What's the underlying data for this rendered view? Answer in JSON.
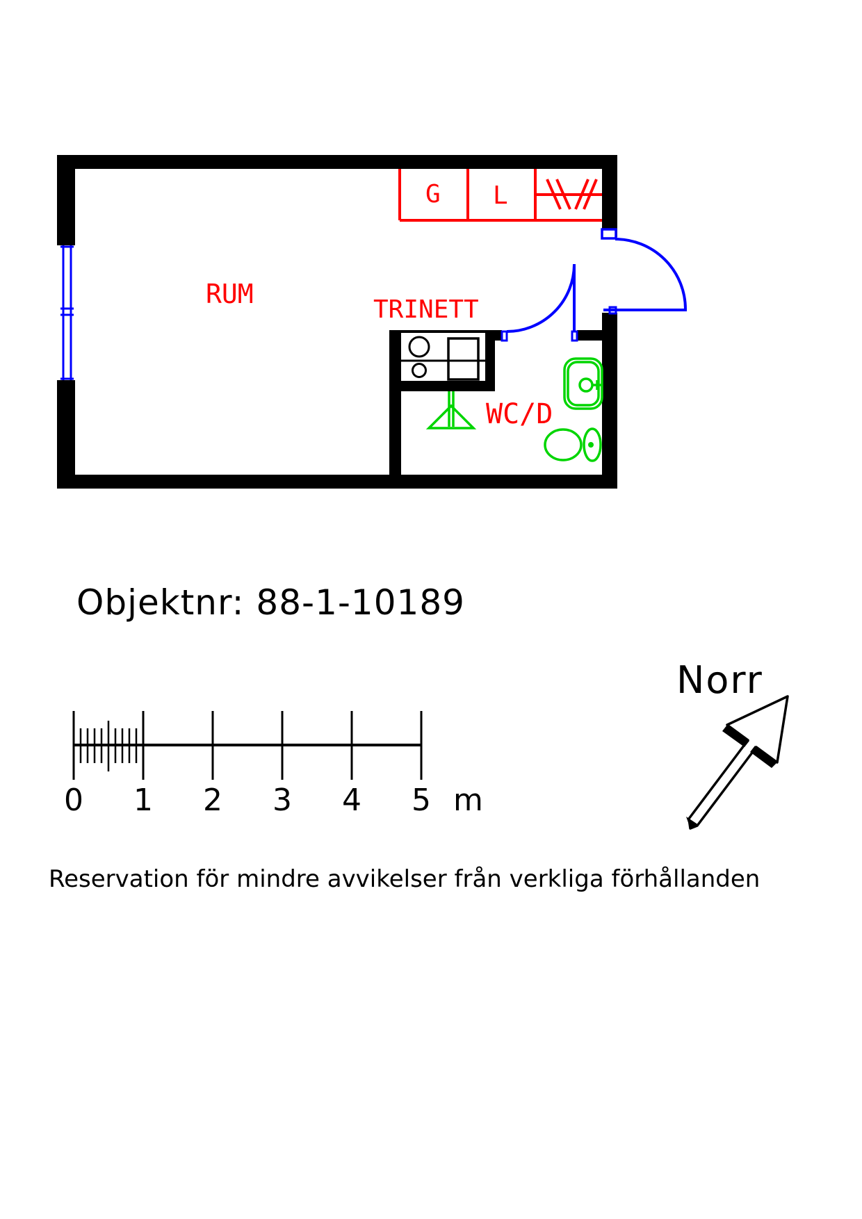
{
  "plan": {
    "rooms": [
      {
        "label": "RUM"
      },
      {
        "label": "TRINETT"
      },
      {
        "label": "WC/D"
      }
    ],
    "closet": {
      "compartments": [
        {
          "label": "G"
        },
        {
          "label": "L"
        },
        {
          "label": ""
        }
      ]
    },
    "symbols": [
      "window",
      "entrance-door",
      "wc-door",
      "kitchenette-hob",
      "kitchenette-sink",
      "shower",
      "wash-basin",
      "toilet",
      "wardrobe-rail"
    ]
  },
  "object_number": {
    "text": "Objektnr: 88-1-10189"
  },
  "scale_bar": {
    "tick_labels": [
      "0",
      "1",
      "2",
      "3",
      "4",
      "5"
    ],
    "unit": "m",
    "meters_total": 5,
    "minor_divisions_first_meter": 10
  },
  "compass": {
    "label": "Norr",
    "direction": "north-east"
  },
  "disclaimer": {
    "text": "Reservation för mindre avvikelser från verkliga förhållanden"
  },
  "colors": {
    "walls": "#000000",
    "room_labels": "#ff0000",
    "doors_windows": "#0000ff",
    "fixtures": "#00d500",
    "background": "#ffffff"
  }
}
